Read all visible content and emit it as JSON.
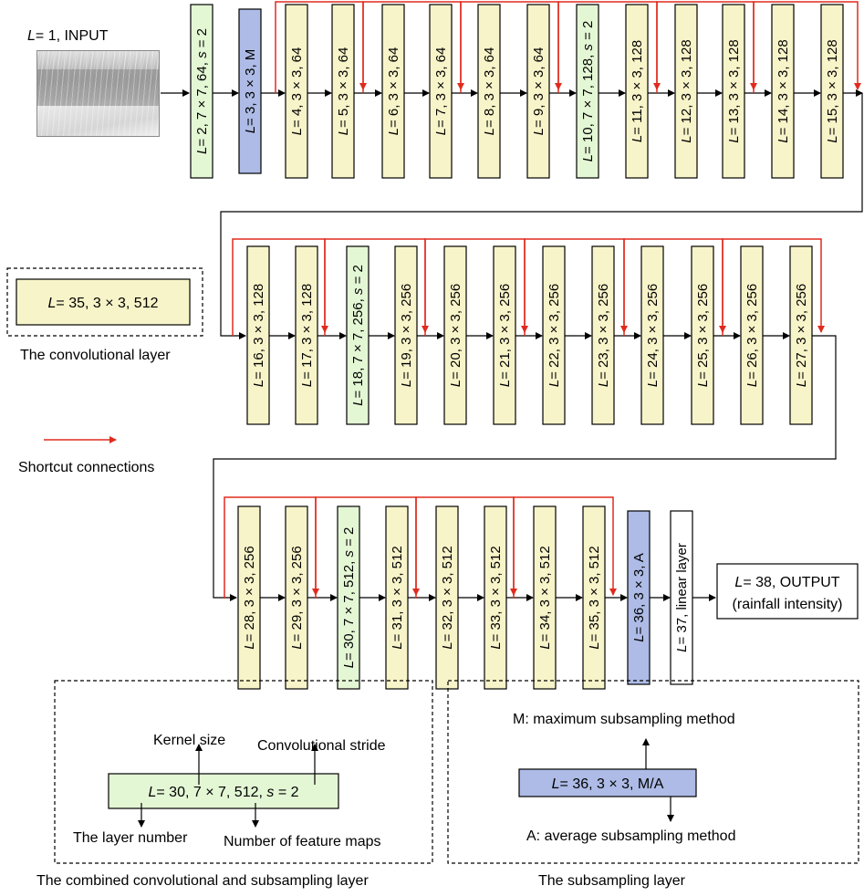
{
  "input_label_text": "= 1, INPUT",
  "L": "L",
  "row1": [
    {
      "text": "= 2, 7 × 7, 64, ",
      "stride": "s",
      "stride_tail": " = 2",
      "kind": "combined"
    },
    {
      "text": "= 3, 3 × 3, M",
      "kind": "subsampling"
    },
    {
      "text": "= 4, 3 × 3, 64",
      "kind": "conv"
    },
    {
      "text": "= 5, 3 × 3, 64",
      "kind": "conv"
    },
    {
      "text": "= 6, 3 × 3, 64",
      "kind": "conv"
    },
    {
      "text": "= 7, 3 × 3, 64",
      "kind": "conv"
    },
    {
      "text": "= 8, 3 × 3, 64",
      "kind": "conv"
    },
    {
      "text": "= 9, 3 × 3, 64",
      "kind": "conv"
    },
    {
      "text": "= 10, 7 × 7, 128, ",
      "stride": "s",
      "stride_tail": " = 2",
      "kind": "combined"
    },
    {
      "text": "= 11, 3 × 3, 128",
      "kind": "conv"
    },
    {
      "text": "= 12, 3 × 3, 128",
      "kind": "conv"
    },
    {
      "text": "= 13, 3 × 3, 128",
      "kind": "conv"
    },
    {
      "text": "= 14, 3 × 3, 128",
      "kind": "conv"
    },
    {
      "text": "= 15, 3 × 3, 128",
      "kind": "conv"
    }
  ],
  "row2": [
    {
      "text": "= 16, 3 × 3, 128",
      "kind": "conv"
    },
    {
      "text": "= 17, 3 × 3, 128",
      "kind": "conv"
    },
    {
      "text": "= 18, 7 × 7, 256, ",
      "stride": "s",
      "stride_tail": " = 2",
      "kind": "combined"
    },
    {
      "text": "= 19, 3 × 3, 256",
      "kind": "conv"
    },
    {
      "text": "= 20, 3 × 3, 256",
      "kind": "conv"
    },
    {
      "text": "= 21, 3 × 3, 256",
      "kind": "conv"
    },
    {
      "text": "= 22, 3 × 3, 256",
      "kind": "conv"
    },
    {
      "text": "= 23, 3 × 3, 256",
      "kind": "conv"
    },
    {
      "text": "= 24, 3 × 3, 256",
      "kind": "conv"
    },
    {
      "text": "= 25, 3 × 3, 256",
      "kind": "conv"
    },
    {
      "text": "= 26, 3 × 3, 256",
      "kind": "conv"
    },
    {
      "text": "= 27, 3 × 3, 256",
      "kind": "conv"
    }
  ],
  "row3": [
    {
      "text": "= 28, 3 × 3, 256",
      "kind": "conv"
    },
    {
      "text": "= 29, 3 × 3, 256",
      "kind": "conv"
    },
    {
      "text": "= 30, 7 × 7, 512, ",
      "stride": "s",
      "stride_tail": " = 2",
      "kind": "combined"
    },
    {
      "text": "= 31, 3 × 3, 512",
      "kind": "conv"
    },
    {
      "text": "= 32, 3 × 3, 512",
      "kind": "conv"
    },
    {
      "text": "= 33, 3 × 3, 512",
      "kind": "conv"
    },
    {
      "text": "= 34, 3 × 3, 512",
      "kind": "conv"
    },
    {
      "text": "= 35, 3 × 3, 512",
      "kind": "conv"
    },
    {
      "text": "= 36, 3 × 3, A",
      "kind": "subsampling"
    },
    {
      "text": "= 37, linear layer",
      "kind": "linear"
    }
  ],
  "output": {
    "line1": "= 38, OUTPUT",
    "line2": "(rainfall intensity)"
  },
  "legend": {
    "conv_box_text": "= 35, 3 × 3, 512",
    "conv_caption": "The convolutional layer",
    "shortcut_caption": "Shortcut connections",
    "combined_box_text": "= 30, 7 × 7, 512, ",
    "combined_stride": "s",
    "combined_stride_tail": " = 2",
    "kernel_size": "Kernel size",
    "conv_stride": "Convolutional stride",
    "layer_number": "The layer number",
    "feature_maps": "Number of feature maps",
    "combined_caption": "The combined convolutional and subsampling layer",
    "sub_box_text": "= 36, 3 × 3, M/A",
    "max_method": "M: maximum subsampling method",
    "avg_method": "A: average subsampling method",
    "sub_caption": "The subsampling layer"
  },
  "colors": {
    "conv_fill": "#f8f4c9",
    "combined_fill": "#e4f7d5",
    "subsampling_fill": "#adbbe6",
    "linear_fill": "#ffffff",
    "shortcut": "#e02b1e",
    "line": "#000000"
  }
}
